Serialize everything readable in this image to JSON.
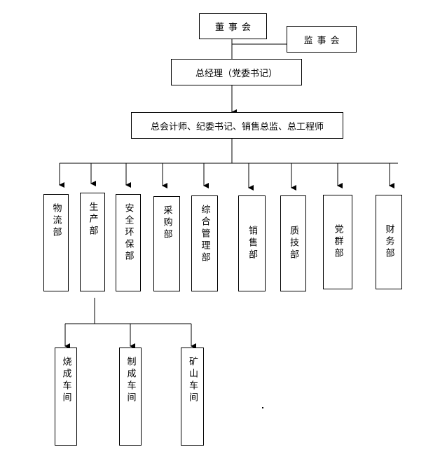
{
  "board": "董事会",
  "supervisors": "监事会",
  "general_manager": "总经理（党委书记）",
  "executives": "总会计师、纪委书记、销售总监、总工程师",
  "departments": [
    "物流部",
    "生产部",
    "安全环保部",
    "采购部",
    "综合管理部",
    "销售部",
    "质技部",
    "党群部",
    "财务部"
  ],
  "workshops": [
    "烧成车间",
    "制成车间",
    "矿山车间"
  ]
}
